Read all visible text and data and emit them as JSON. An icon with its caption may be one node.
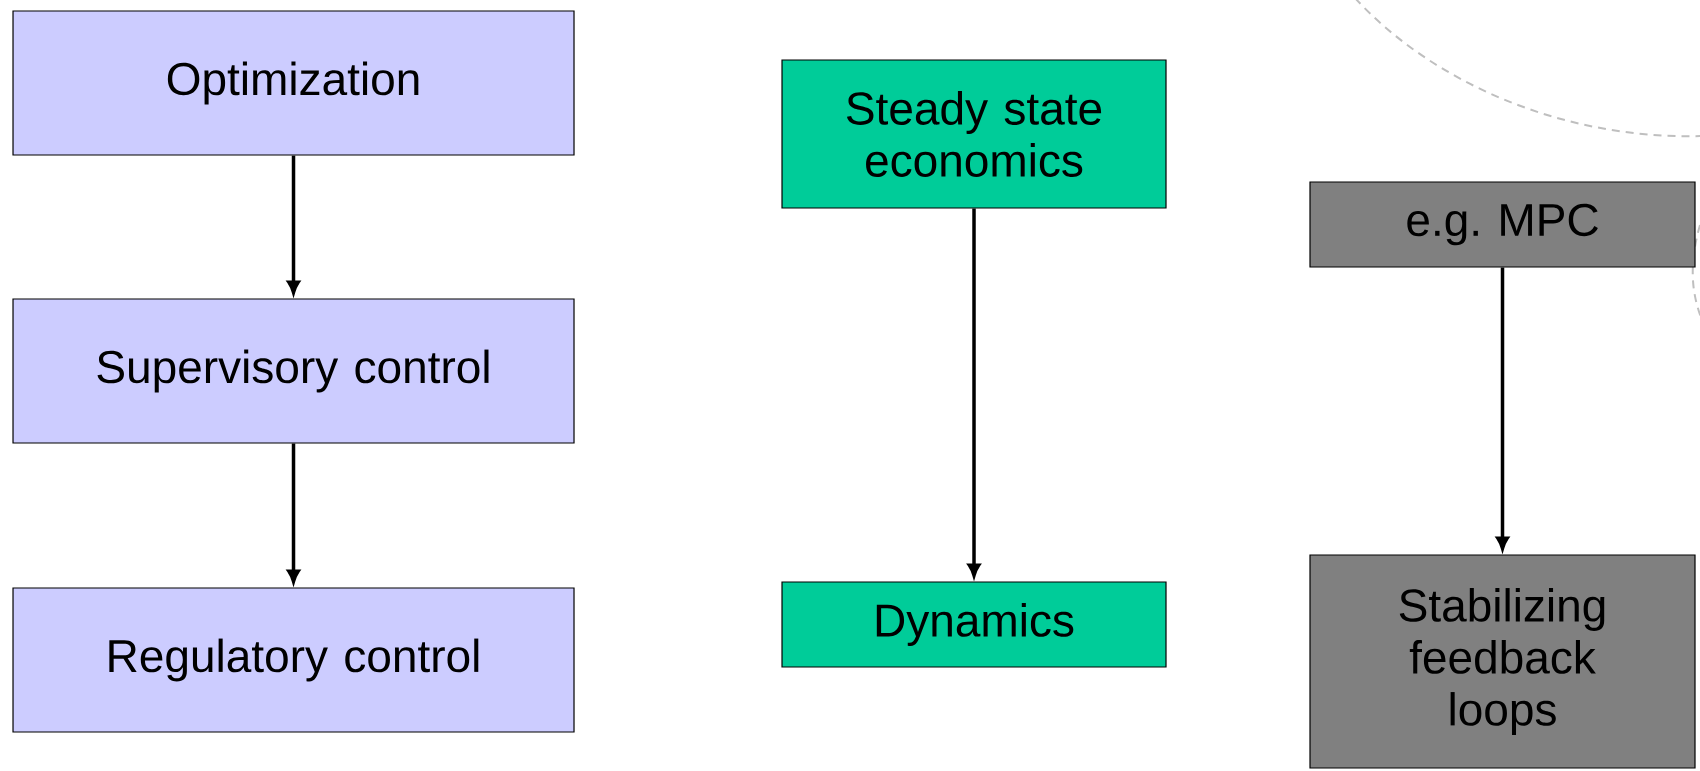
{
  "diagram": {
    "nodes": [
      {
        "text": [
          "Optimization"
        ]
      },
      {
        "text": [
          "Supervisory control"
        ]
      },
      {
        "text": [
          "Regulatory control"
        ]
      },
      {
        "text": [
          "Steady state economics"
        ]
      },
      {
        "text": [
          "Dynamics"
        ]
      },
      {
        "text": [
          "e.g. MPC"
        ]
      },
      {
        "text": [
          "Stabilizing feedback loops"
        ]
      }
    ],
    "edges": [
      {
        "from": 0,
        "to": 1,
        "arrow": "to"
      },
      {
        "from": 1,
        "to": 2,
        "arrow": "to"
      },
      {
        "from": 3,
        "to": 4,
        "arrow": "to"
      },
      {
        "from": 5,
        "to": 6,
        "arrow": "to"
      }
    ]
  }
}
